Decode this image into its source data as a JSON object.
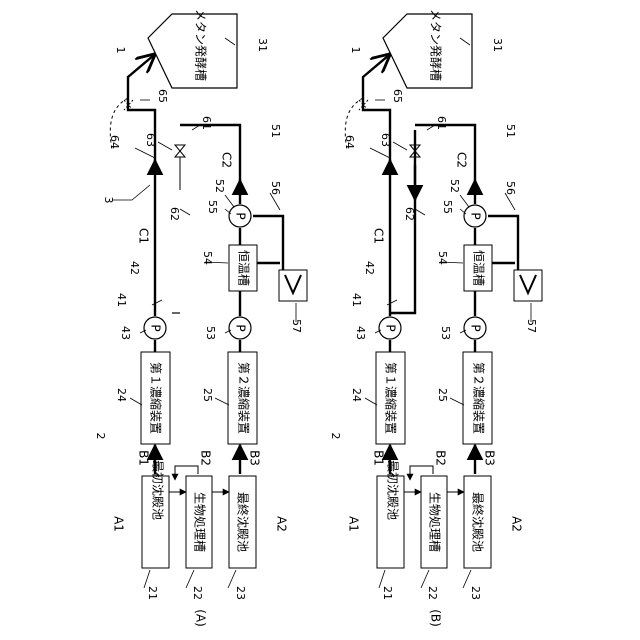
{
  "panels": [
    {
      "caption": "(A)",
      "flow_text": {
        "A1": "A1",
        "A2": "A2",
        "B1": "B1",
        "B2": "B2",
        "B3": "B3",
        "C1": "C1",
        "C2": "C2"
      },
      "boxes": {
        "b21": "最初沈殿池",
        "b22": "生物処理槽",
        "b23": "最終沈殿池",
        "b24": "第１濃縮装置",
        "b25": "第２濃縮装置",
        "b54": "恒温槽",
        "tank": "メタン発酵槽"
      },
      "pump_symbol": "P",
      "refs": {
        "r1": "1",
        "r2": "2",
        "r3": "3",
        "r21": "21",
        "r22": "22",
        "r23": "23",
        "r24": "24",
        "r25": "25",
        "r31": "31",
        "r41": "41",
        "r42": "42",
        "r43": "43",
        "r51": "51",
        "r52": "52",
        "r53": "53",
        "r54": "54",
        "r55": "55",
        "r56": "56",
        "r57": "57",
        "r61": "61",
        "r62": "62",
        "r63": "63",
        "r64": "64",
        "r65": "65"
      }
    },
    {
      "caption": "(B)",
      "flow_text": {
        "A1": "A1",
        "A2": "A2",
        "B1": "B1",
        "B2": "B2",
        "B3": "B3",
        "C1": "C1",
        "C2": "C2"
      },
      "boxes": {
        "b21": "最初沈殿池",
        "b22": "生物処理槽",
        "b23": "最終沈殿池",
        "b24": "第１濃縮装置",
        "b25": "第２濃縮装置",
        "b54": "恒温槽",
        "tank": "メタン発酵槽"
      },
      "pump_symbol": "P",
      "refs": {
        "r1": "1",
        "r2": "2",
        "r21": "21",
        "r22": "22",
        "r23": "23",
        "r24": "24",
        "r25": "25",
        "r31": "31",
        "r41": "41",
        "r42": "42",
        "r43": "43",
        "r51": "51",
        "r52": "52",
        "r53": "53",
        "r54": "54",
        "r55": "55",
        "r56": "56",
        "r57": "57",
        "r61": "61",
        "r62": "62",
        "r63": "63",
        "r64": "64",
        "r65": "65"
      }
    }
  ]
}
